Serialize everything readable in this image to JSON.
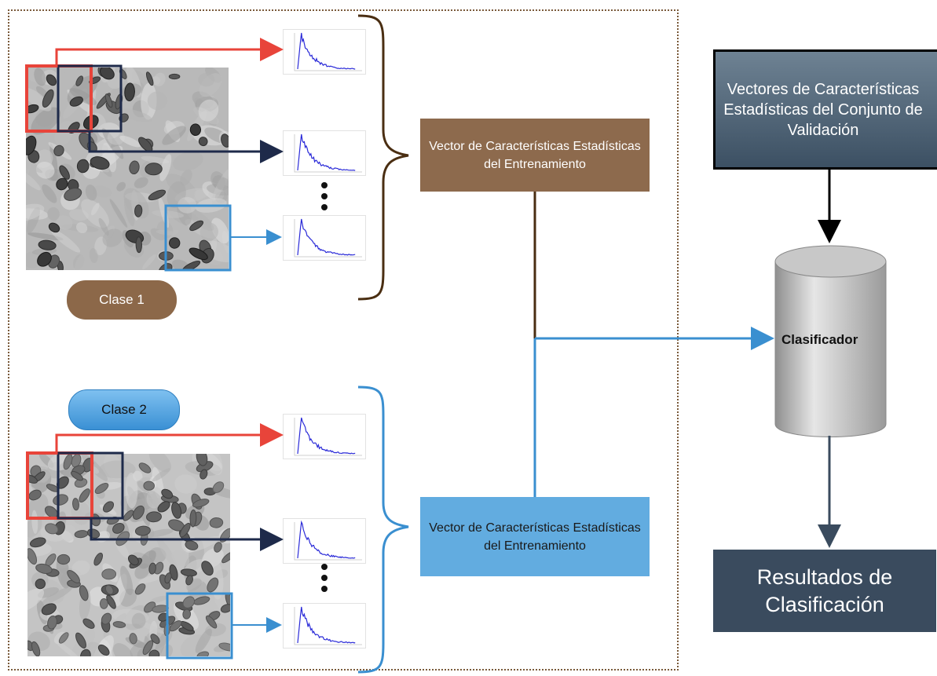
{
  "classes": [
    {
      "label": "Clase 1",
      "color": "#8c6849"
    },
    {
      "label": "Clase 2",
      "color": "#4a9be0"
    }
  ],
  "training_vectors": [
    {
      "label": "Vector de Características Estadísticas del Entrenamiento",
      "color": "#8d6a4d"
    },
    {
      "label": "Vector de Características Estadísticas del Entrenamiento",
      "color": "#62ace0"
    }
  ],
  "validation": {
    "label": "Vectores de Características Estadísticas del Conjunto de Validación"
  },
  "classifier": {
    "label": "Clasificador"
  },
  "results": {
    "label": "Resultados de Clasificación"
  },
  "colors": {
    "patch_red": "#e8443a",
    "patch_navy": "#1e2a4a",
    "patch_blue": "#3a8fd0",
    "brown_line": "#4a2e12",
    "blue_line": "#3a8fd0",
    "histogram": "#2b2bd8"
  }
}
